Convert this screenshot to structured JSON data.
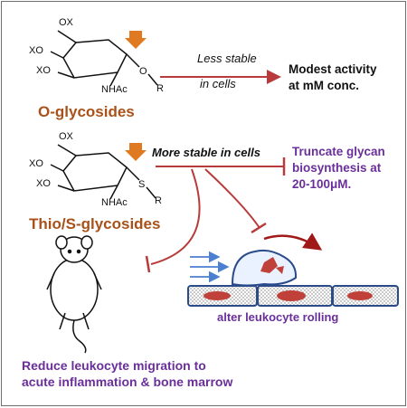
{
  "colors": {
    "orange": "#a8521a",
    "arrow_red": "#b83a3a",
    "purple": "#6a2f9a",
    "cell_blue": "#2a4a8a",
    "nucleus_red": "#c0413a",
    "flow_blue": "#4a7fd1"
  },
  "o_glycoside": {
    "substituents": {
      "ox_top": "OX",
      "xo_1": "XO",
      "xo_2": "XO",
      "o": "O",
      "nhac": "NHAc",
      "r": "R"
    },
    "label": "O-glycosides",
    "arrow_text": [
      "Less stable",
      "in cells"
    ],
    "result": [
      "Modest activity",
      "at mM conc."
    ]
  },
  "s_glycoside": {
    "substituents": {
      "ox_top": "OX",
      "xo_1": "XO",
      "xo_2": "XO",
      "s": "S",
      "nhac": "NHAc",
      "r": "R"
    },
    "label": "Thio/S-glycosides",
    "arrow_text": "More stable in cells",
    "result": [
      "Truncate glycan",
      "biosynthesis at",
      "20-100μM."
    ]
  },
  "rolling_label": "alter leukocyte rolling",
  "migration_label": [
    "Reduce leukocyte migration to",
    "acute inflammation & bone marrow"
  ]
}
